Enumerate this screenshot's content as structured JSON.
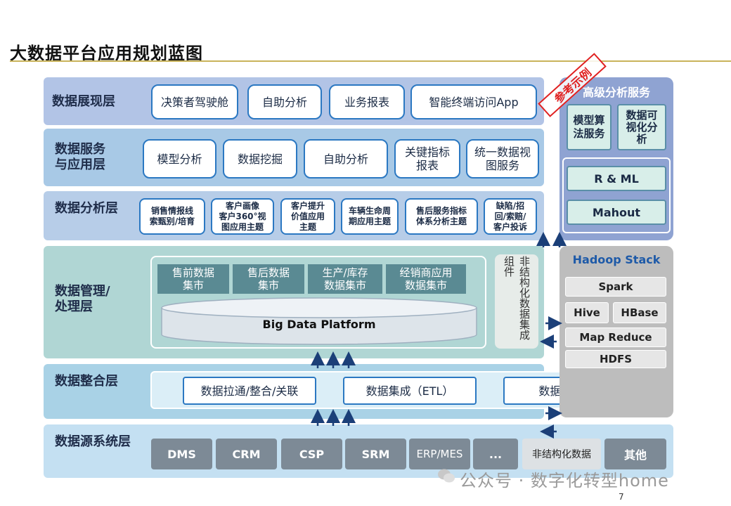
{
  "title": "大数据平台应用规划蓝图",
  "stamp": "参考示例",
  "layers": {
    "presentation": {
      "label": "数据展现层",
      "items": [
        "决策者驾驶舱",
        "自助分析",
        "业务报表",
        "智能终端访问App"
      ]
    },
    "service": {
      "label": "数据服务\n与应用层",
      "items": [
        "模型分析",
        "数据挖掘",
        "自助分析",
        "关键指标\n报表",
        "统一数据视\n图服务"
      ]
    },
    "analysis": {
      "label": "数据分析层",
      "items": [
        "销售情报线\n索甄别/培育",
        "客户画像\n客户360°视\n图应用主题",
        "客户提升\n价值应用\n主题",
        "车辆生命周\n期应用主题",
        "售后服务指标\n体系分析主题",
        "缺陷/招\n回/索赔/\n客户投诉"
      ]
    },
    "management": {
      "label": "数据管理/\n处理层",
      "marts": [
        "售前数据\n集市",
        "售后数据\n集市",
        "生产/库存\n数据集市",
        "经销商应用\n数据集市"
      ],
      "platform": "Big Data Platform",
      "unstructured_component": "非结构化数据集成组件"
    },
    "integration": {
      "label": "数据整合层",
      "items": [
        "数据拉通/整合/关联",
        "数据集成（ETL）",
        "数据交换API"
      ]
    },
    "source": {
      "label": "数据源系统层",
      "items": [
        "DMS",
        "CRM",
        "CSP",
        "SRM",
        "ERP/MES",
        "...",
        "非结构化数据",
        "其他"
      ]
    }
  },
  "advanced": {
    "title": "高级分析服务",
    "items": [
      "模型算\n法服务",
      "数据可\n视化分\n析",
      "R & ML",
      "Mahout"
    ]
  },
  "hadoop": {
    "title": "Hadoop Stack",
    "items": [
      "Spark",
      "Hive",
      "HBase",
      "Map Reduce",
      "HDFS"
    ]
  },
  "watermark": "公众号 · 数字化转型home",
  "page_number": "7",
  "colors": {
    "accent": "#2b78c2",
    "stamp": "#e02020",
    "hadoop_bg": "#bdbdbd",
    "advanced_bg": "#8fa3d2"
  }
}
